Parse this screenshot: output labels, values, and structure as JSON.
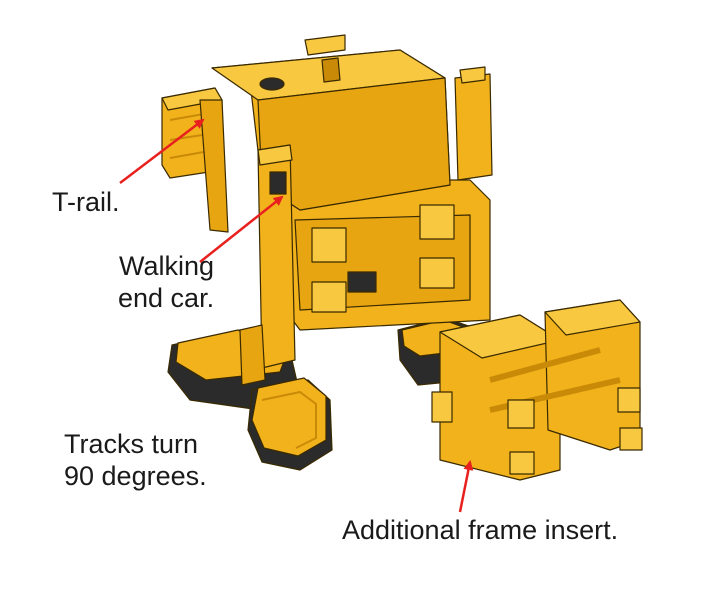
{
  "labels": {
    "t_rail": "T-rail.",
    "walking_end_car": [
      "Walking",
      "end car."
    ],
    "tracks_turn": [
      "Tracks turn",
      "90 degrees."
    ],
    "additional_frame": "Additional frame insert."
  },
  "colors": {
    "machine_fill": "#F2B21C",
    "machine_light": "#F8C840",
    "machine_dark": "#C98A08",
    "outline": "#3a2a00",
    "track_dark": "#2b2b2b",
    "arrow": "#E8201E",
    "text": "#1a1a1a"
  }
}
